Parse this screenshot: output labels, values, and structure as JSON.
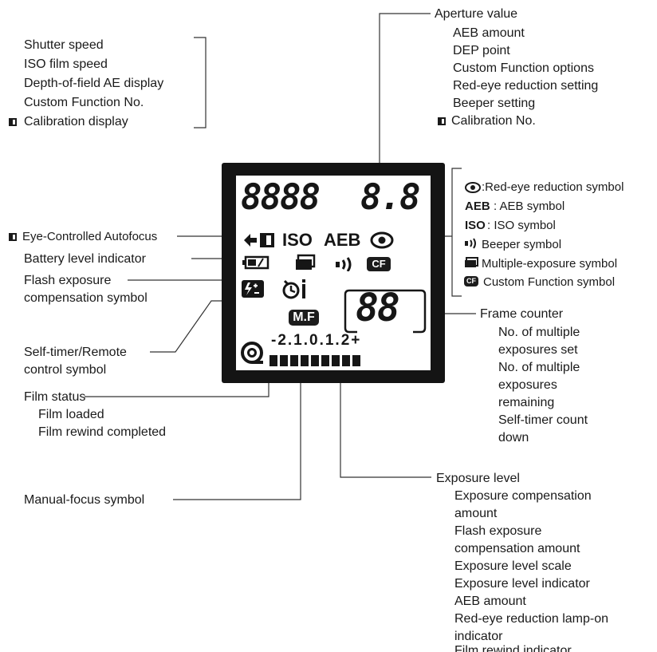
{
  "top_left_group": {
    "items": [
      "Shutter speed",
      "ISO film speed",
      "Depth-of-field AE display",
      "Custom Function No."
    ],
    "calibration": "Calibration display"
  },
  "top_right_group": {
    "title": "Aperture value",
    "items": [
      "AEB amount",
      "DEP point",
      "Custom Function options",
      "Red-eye reduction setting",
      "Beeper setting"
    ],
    "calibration": "Calibration No."
  },
  "right_symbols": {
    "red_eye": ":Red-eye reduction symbol",
    "aeb_key": "AEB",
    "aeb_desc": ": AEB symbol",
    "iso_key": "ISO",
    "iso_desc": ":  ISO symbol",
    "beeper": "Beeper symbol",
    "multi_exposure": "Multiple-exposure symbol",
    "custom_function": "Custom Function symbol"
  },
  "left_labels": {
    "eye_af": "Eye-Controlled Autofocus",
    "battery": "Battery level indicator",
    "flash_line1": "Flash exposure",
    "flash_line2": "compensation symbol",
    "self_timer_line1": "Self-timer/Remote",
    "self_timer_line2": "control symbol",
    "film_status": "Film status",
    "film_loaded": "Film loaded",
    "film_rewind_completed": "Film rewind completed",
    "manual_focus": "Manual-focus symbol"
  },
  "frame_counter": {
    "title": "Frame counter",
    "lines": [
      "No. of multiple",
      "exposures set",
      "No. of multiple",
      "exposures",
      "remaining",
      "Self-timer count",
      "down"
    ]
  },
  "exposure_level": {
    "title": "Exposure level",
    "lines": [
      "Exposure compensation",
      "amount",
      "Flash exposure",
      "compensation amount",
      "Exposure level scale",
      "Exposure level indicator",
      "AEB amount",
      "Red-eye reduction lamp-on",
      "indicator",
      "Film rewind indicator"
    ]
  },
  "lcd": {
    "digits": "8888",
    "aperture": "8.8",
    "iso": "ISO",
    "aeb": "AEB",
    "cf": "CF",
    "mf": "M.F",
    "counter": "88",
    "scale": "-2.1.0.1.2+"
  }
}
